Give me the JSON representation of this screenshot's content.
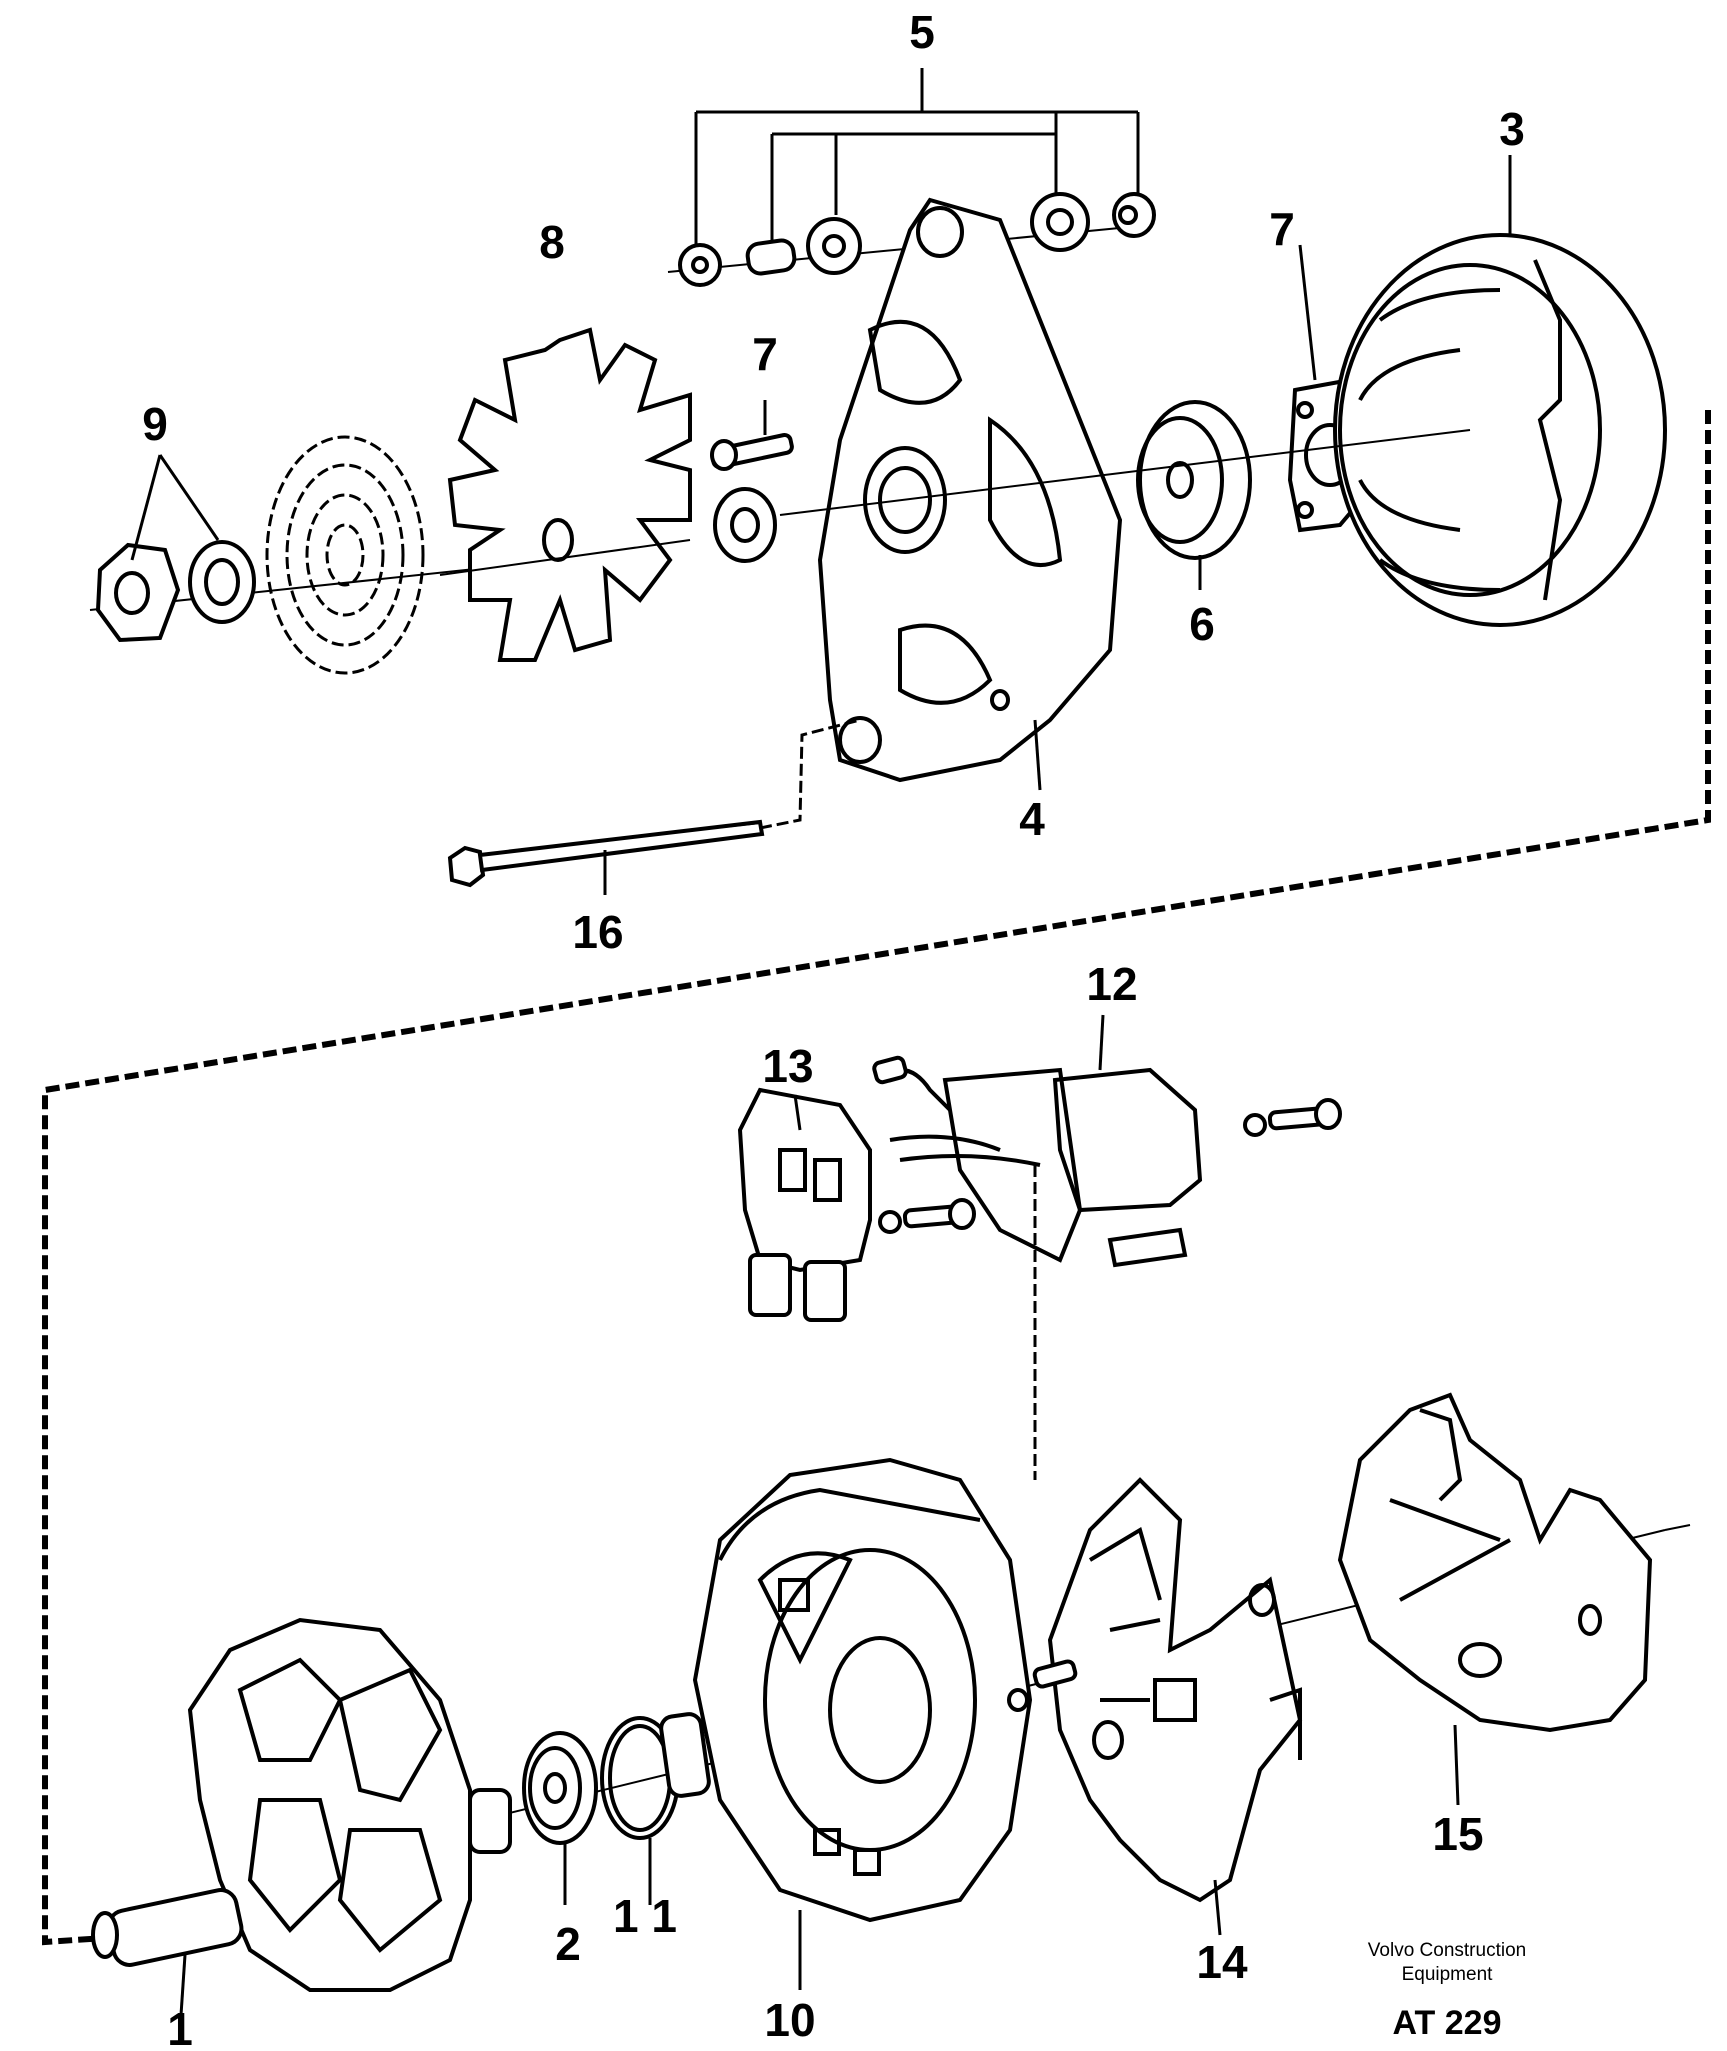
{
  "callouts": [
    {
      "id": "c5",
      "text": "5"
    },
    {
      "id": "c3",
      "text": "3"
    },
    {
      "id": "c8",
      "text": "8"
    },
    {
      "id": "c7a",
      "text": "7"
    },
    {
      "id": "c7b",
      "text": "7"
    },
    {
      "id": "c9",
      "text": "9"
    },
    {
      "id": "c6",
      "text": "6"
    },
    {
      "id": "c4",
      "text": "4"
    },
    {
      "id": "c16",
      "text": "16"
    },
    {
      "id": "c12",
      "text": "12"
    },
    {
      "id": "c13",
      "text": "13"
    },
    {
      "id": "c1",
      "text": "1"
    },
    {
      "id": "c2",
      "text": "2"
    },
    {
      "id": "c11",
      "text": "1 1"
    },
    {
      "id": "c10",
      "text": "10"
    },
    {
      "id": "c14",
      "text": "14"
    },
    {
      "id": "c15",
      "text": "15"
    }
  ],
  "footer": {
    "company_line1": "Volvo Construction",
    "company_line2": "Equipment",
    "code": "AT 229"
  }
}
